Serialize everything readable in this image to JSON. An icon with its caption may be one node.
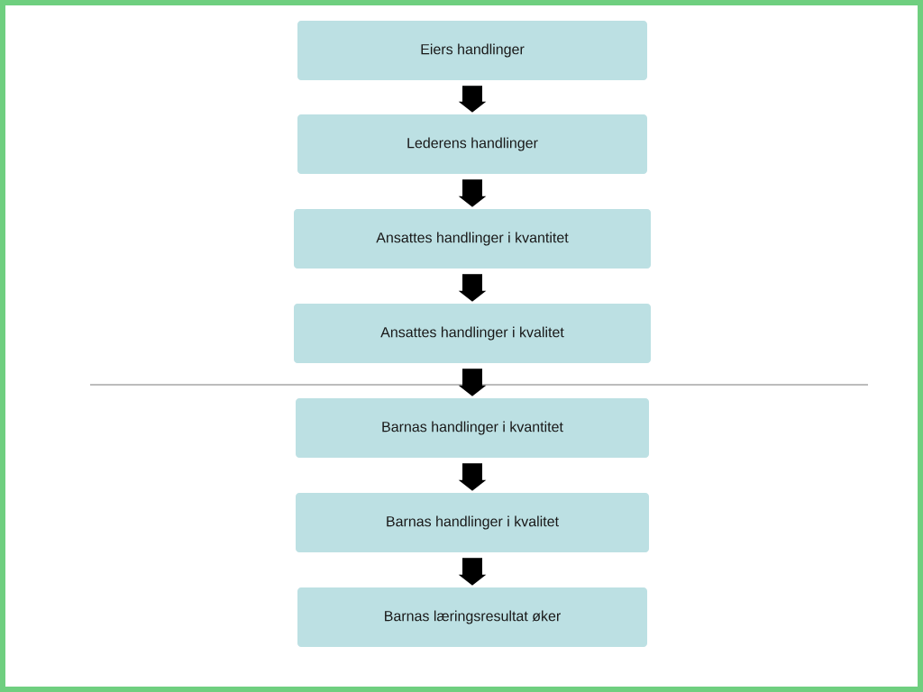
{
  "diagram": {
    "nodes": [
      {
        "text": [
          "Eiers handlinger"
        ]
      },
      {
        "text": [
          "Lederens handlinger"
        ]
      },
      {
        "text": [
          "Ansattes handlinger i kvantitet"
        ]
      },
      {
        "text": [
          "Ansattes handlinger i kvalitet"
        ]
      },
      {
        "text": [
          "Barnas handlinger i kvantitet"
        ]
      },
      {
        "text": [
          "Barnas handlinger i kvalitet"
        ]
      },
      {
        "text": [
          "Barnas læringsresultat øker"
        ]
      }
    ],
    "edges": [
      {
        "from": 0,
        "to": 1,
        "arrow": "to"
      },
      {
        "from": 1,
        "to": 2,
        "arrow": "to"
      },
      {
        "from": 2,
        "to": 3,
        "arrow": "to"
      },
      {
        "from": 3,
        "to": 4,
        "arrow": "to"
      },
      {
        "from": 4,
        "to": 5,
        "arrow": "to"
      },
      {
        "from": 5,
        "to": 6,
        "arrow": "to"
      }
    ]
  }
}
